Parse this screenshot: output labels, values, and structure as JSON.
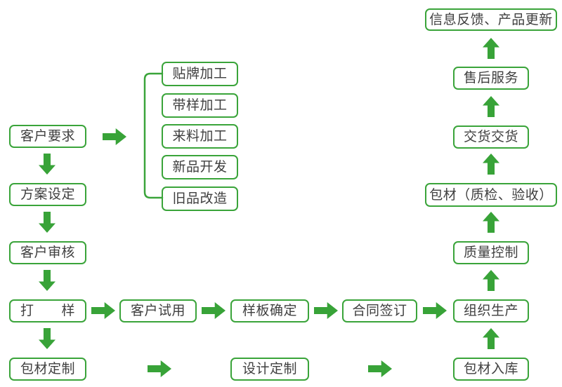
{
  "diagram": {
    "type": "flowchart",
    "colors": {
      "accent_green": "#38a338",
      "border_green": "#3aa43a",
      "text_dark": "#3f3f3f",
      "background": "#ffffff"
    },
    "nodes": {
      "customer_request": "客户要求",
      "plan_setting": "方案设定",
      "customer_review": "客户审核",
      "sampling": "打　　样",
      "packaging_custom": "包材定制",
      "oem_processing": "贴牌加工",
      "sample_processing": "带样加工",
      "material_processing": "来料加工",
      "new_product_dev": "新品开发",
      "old_product_retrofit": "旧品改造",
      "customer_trial": "客户试用",
      "sample_confirm": "样板确定",
      "contract_sign": "合同签订",
      "organize_production": "组织生产",
      "design_custom": "设计定制",
      "packaging_inbound": "包材入库",
      "quality_control": "质量控制",
      "packaging_inspection": "包材（质检、验收）",
      "delivery": "交货交货",
      "after_sales": "售后服务",
      "feedback_update": "信息反馈、产品更新"
    },
    "edges": [
      "客户要求→{贴牌加工,带样加工,来料加工,新品开发,旧品改造}",
      "客户要求→方案设定→客户审核→打样→包材定制",
      "打样→客户试用→样板确定→合同签订→组织生产",
      "包材定制→设计定制→包材入库→组织生产→质量控制→包材（质检、验收）→交货交货→售后服务→信息反馈、产品更新"
    ]
  }
}
